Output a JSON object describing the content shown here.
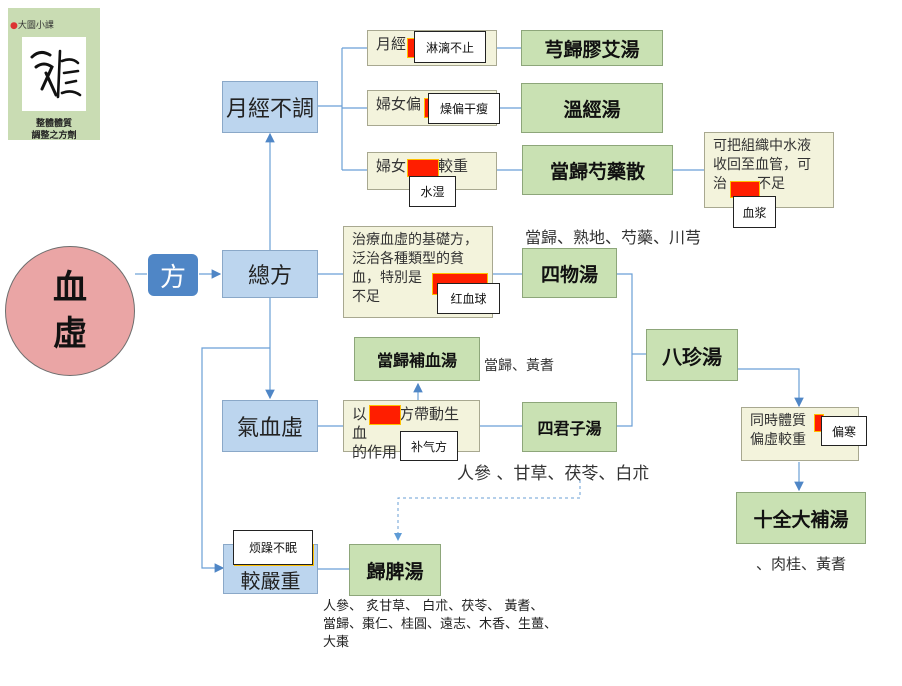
{
  "logo": {
    "header": "大圖小課",
    "caption_line1": "整體體質",
    "caption_line2": "調整之方劑"
  },
  "center": {
    "line1": "血",
    "line2": "虛"
  },
  "fang": "方",
  "branches": {
    "menstrual": "月經不調",
    "general": "總方",
    "qi_blood": "氣血虛",
    "severe": "較嚴重"
  },
  "formulas": {
    "xiong_gui_jiao_ai": "芎歸膠艾湯",
    "wen_jing": "溫經湯",
    "dang_gui_shao_yao": "當歸芍藥散",
    "si_wu": "四物湯",
    "dang_gui_bu_xue": "當歸補血湯",
    "si_jun_zi": "四君子湯",
    "ba_zhen": "八珍湯",
    "shi_quan_da_bu": "十全大補湯",
    "gui_pi": "歸脾湯"
  },
  "notes": {
    "n1_prefix": "月經",
    "n2_prefix": "婦女偏",
    "n3_prefix": "婦女",
    "n3_suffix": "較重",
    "n4_l1": "可把組織中水液",
    "n4_l2": "收回至血管，可",
    "n4_l3a": "治",
    "n4_l3b": "不足",
    "n5_l1": "治療血虛的基礎方，",
    "n5_l2": "泛治各種類型的貧",
    "n5_l3": "血，特別是",
    "n5_l4": "不足",
    "n6_a": "以",
    "n6_b": "方帶動生血",
    "n6_l2": "的作用",
    "n7_l1": "同時體質",
    "n7_l2": "偏虛較重"
  },
  "answers": {
    "a1": "淋漓不止",
    "a2": "燥偏干瘦",
    "a3": "水湿",
    "a4": "血浆",
    "a5": "红血球",
    "a6": "补气方",
    "a7": "偏寒",
    "a8": "烦躁不眠"
  },
  "herbs": {
    "si_wu": "當歸、熟地、芍藥、川芎",
    "bu_xue": "當歸、黃耆",
    "si_jun": "人參 、甘草、茯苓、白朮",
    "shi_quan": "、肉桂、黃耆",
    "gui_pi_l1": "人參、 炙甘草、 白朮、茯苓、 黃耆、",
    "gui_pi_l2": "當歸、棗仁、桂圓、遠志、木香、生薑、",
    "gui_pi_l3": "大棗"
  }
}
